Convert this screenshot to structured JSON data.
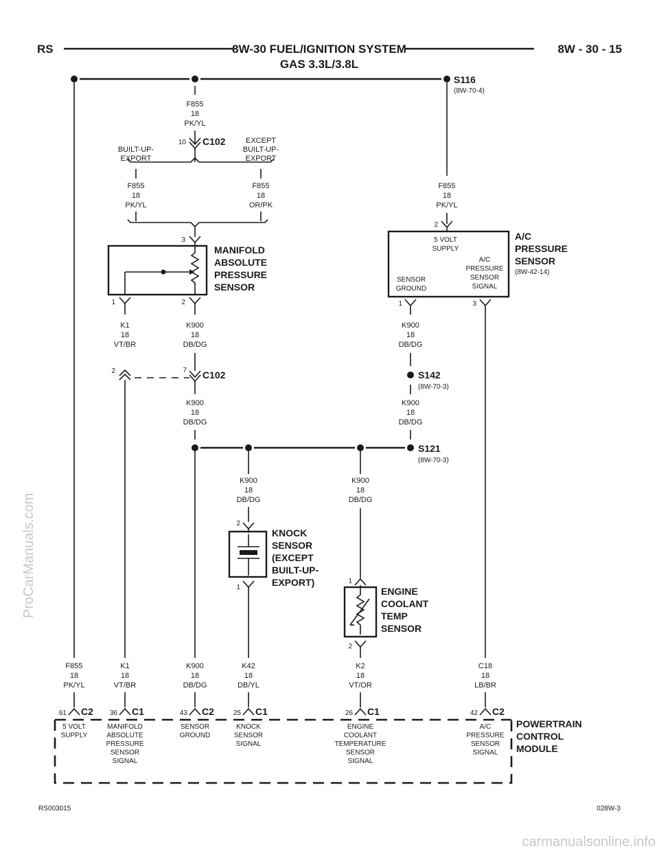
{
  "header": {
    "left": "RS",
    "title": "8W-30 FUEL/IGNITION SYSTEM",
    "subtitle": "GAS 3.3L/3.8L",
    "right": "8W - 30 - 15"
  },
  "footer": {
    "left": "RS003015",
    "right": "028W-3"
  },
  "watermarks": {
    "left": "ProCarManuals.com",
    "bottom": "carmanualsonline.info"
  },
  "splices": {
    "s116": {
      "name": "S116",
      "ref": "(8W-70-4)"
    },
    "s142": {
      "name": "S142",
      "ref": "(8W-70-3)"
    },
    "s121": {
      "name": "S121",
      "ref": "(8W-70-3)"
    }
  },
  "connectors": {
    "c102_top": {
      "name": "C102",
      "pin": "10"
    },
    "c102_mid": {
      "name": "C102",
      "pin_left": "2",
      "pin_right": "7"
    }
  },
  "branches": {
    "left": [
      "BUILT-UP-",
      "EXPORT"
    ],
    "right": [
      "EXCEPT",
      "BUILT-UP-",
      "EXPORT"
    ]
  },
  "wires": {
    "f855_top": [
      "F855",
      "18",
      "PK/YL"
    ],
    "f855_left": [
      "F855",
      "18",
      "PK/YL"
    ],
    "f855_right": [
      "F855",
      "18",
      "OR/PK"
    ],
    "f855_ac": [
      "F855",
      "18",
      "PK/YL"
    ],
    "k1_map": [
      "K1",
      "18",
      "VT/BR"
    ],
    "k900_map": [
      "K900",
      "18",
      "DB/DG"
    ],
    "k900_ac": [
      "K900",
      "18",
      "DB/DG"
    ],
    "k900_mid": [
      "K900",
      "18",
      "DB/DG"
    ],
    "k900_s142": [
      "K900",
      "18",
      "DB/DG"
    ],
    "k900_knock": [
      "K900",
      "18",
      "DB/DG"
    ],
    "k900_ect": [
      "K900",
      "18",
      "DB/DG"
    ],
    "f855_pcm": [
      "F855",
      "18",
      "PK/YL"
    ],
    "k1_pcm": [
      "K1",
      "18",
      "VT/BR"
    ],
    "k900_pcm": [
      "K900",
      "18",
      "DB/DG"
    ],
    "k42_pcm": [
      "K42",
      "18",
      "DB/YL"
    ],
    "k2_pcm": [
      "K2",
      "18",
      "VT/OR"
    ],
    "c18_pcm": [
      "C18",
      "18",
      "LB/BR"
    ]
  },
  "map_sensor": {
    "name": [
      "MANIFOLD",
      "ABSOLUTE",
      "PRESSURE",
      "SENSOR"
    ],
    "pin_top": "3",
    "pin_left": "1",
    "pin_right": "2"
  },
  "ac_sensor": {
    "name": [
      "A/C",
      "PRESSURE",
      "SENSOR"
    ],
    "ref": "(8W-42-14)",
    "supply": [
      "5 VOLT",
      "SUPPLY"
    ],
    "signal": [
      "A/C",
      "PRESSURE",
      "SENSOR",
      "SIGNAL"
    ],
    "ground": [
      "SENSOR",
      "GROUND"
    ],
    "pin_top": "2",
    "pin_left": "1",
    "pin_right": "3"
  },
  "knock_sensor": {
    "name": [
      "KNOCK",
      "SENSOR",
      "(EXCEPT",
      "BUILT-UP-",
      "EXPORT)"
    ],
    "pin_top": "2",
    "pin_bottom": "1"
  },
  "ect_sensor": {
    "name": [
      "ENGINE",
      "COOLANT",
      "TEMP",
      "SENSOR"
    ],
    "pin_top": "1",
    "pin_bottom": "2"
  },
  "pcm": {
    "name": [
      "POWERTRAIN",
      "CONTROL",
      "MODULE"
    ],
    "pins": [
      {
        "pin": "61",
        "conn": "C2",
        "label": [
          "5 VOLT",
          "SUPPLY"
        ]
      },
      {
        "pin": "36",
        "conn": "C1",
        "label": [
          "MANIFOLD",
          "ABSOLUTE",
          "PRESSURE",
          "SENSOR",
          "SIGNAL"
        ]
      },
      {
        "pin": "43",
        "conn": "C2",
        "label": [
          "SENSOR",
          "GROUND"
        ]
      },
      {
        "pin": "25",
        "conn": "C1",
        "label": [
          "KNOCK",
          "SENSOR",
          "SIGNAL"
        ]
      },
      {
        "pin": "26",
        "conn": "C1",
        "label": [
          "ENGINE",
          "COOLANT",
          "TEMPERATURE",
          "SENSOR",
          "SIGNAL"
        ]
      },
      {
        "pin": "42",
        "conn": "C2",
        "label": [
          "A/C",
          "PRESSURE",
          "SENSOR",
          "SIGNAL"
        ]
      }
    ]
  }
}
